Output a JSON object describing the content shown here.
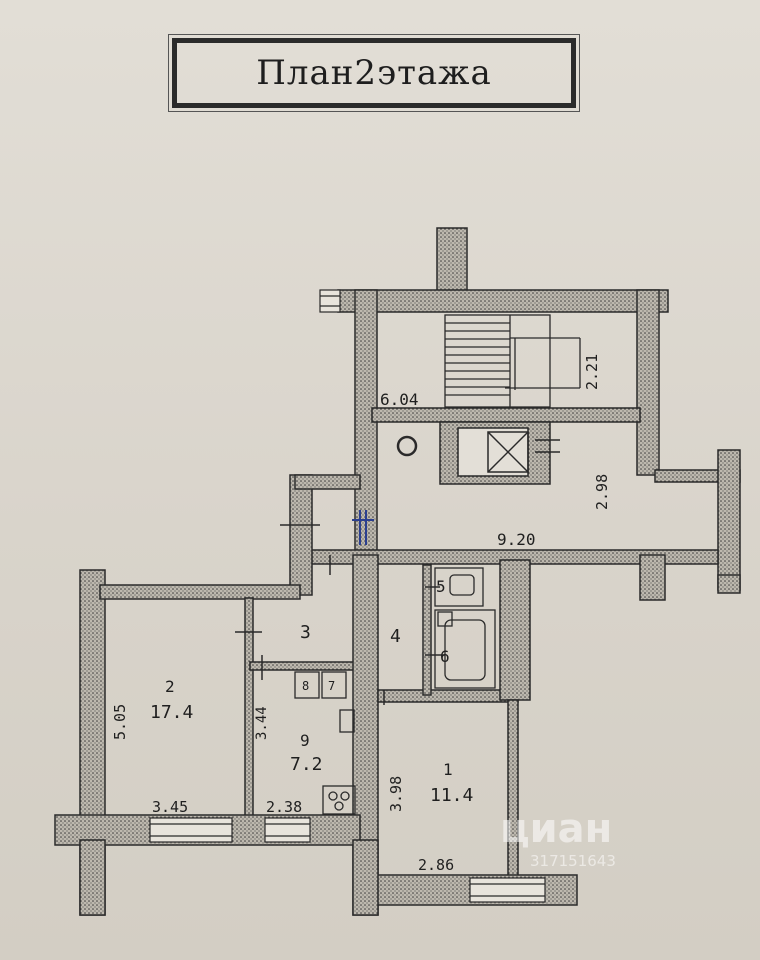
{
  "title": "План2этажа",
  "rooms": [
    {
      "number": "1",
      "area": "11.4"
    },
    {
      "number": "2",
      "area": "17.4"
    },
    {
      "number": "3"
    },
    {
      "number": "4"
    },
    {
      "number": "5"
    },
    {
      "number": "6"
    },
    {
      "number": "7"
    },
    {
      "number": "8"
    },
    {
      "number": "9",
      "area": "7.2"
    }
  ],
  "dimensions": {
    "d604": "6.04",
    "d221": "2.21",
    "d298": "2.98",
    "d920": "9.20",
    "d505": "5.05",
    "d344": "3.44",
    "d345": "3.45",
    "d238": "2.38",
    "d398": "3.98",
    "d286": "2.86"
  },
  "watermark": {
    "brand": "циан",
    "id": "317151643"
  },
  "colors": {
    "wall": "#2a2a2a",
    "wall_hatch": "#6f6a62",
    "paper": "#dcd7ce",
    "ink": "#1f1f1f"
  }
}
